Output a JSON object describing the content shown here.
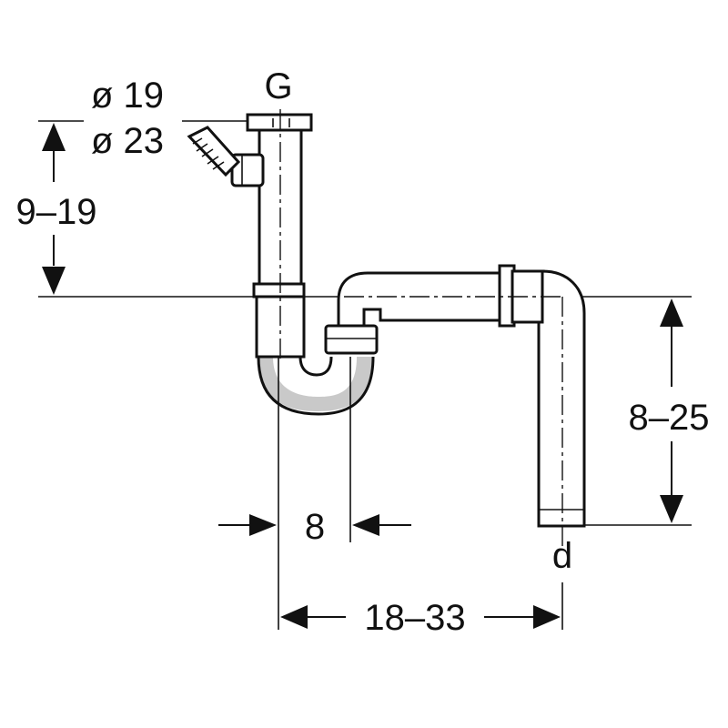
{
  "labels": {
    "dia_inner": "ø 19",
    "dia_outer": "ø 23",
    "thread": "G",
    "height_inlet": "9–19",
    "offset_trap": "8",
    "height_outlet": "8–25",
    "width_total": "18–33",
    "outlet_dia": "d"
  }
}
